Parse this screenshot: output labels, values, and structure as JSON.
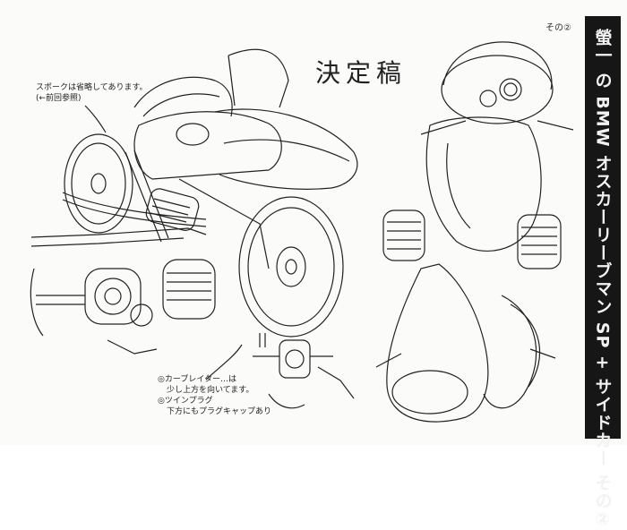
{
  "sheet": {
    "page_label": "その②",
    "title": "決定稿",
    "banner": "螢一 の BMW オスカーリーブマン SP + サイドカー その②"
  },
  "notes": {
    "spoke": [
      "スポークは省略してあります。",
      "(←前回参照)"
    ],
    "carburetor": [
      "◎カーブレイター…は",
      "少し上方を向いてます。",
      "◎ツインプラグ",
      "下方にもプラグキャップあり"
    ]
  },
  "colors": {
    "ink": "#222222",
    "banner_bg": "#161616",
    "paper": "#fbfbfa"
  }
}
